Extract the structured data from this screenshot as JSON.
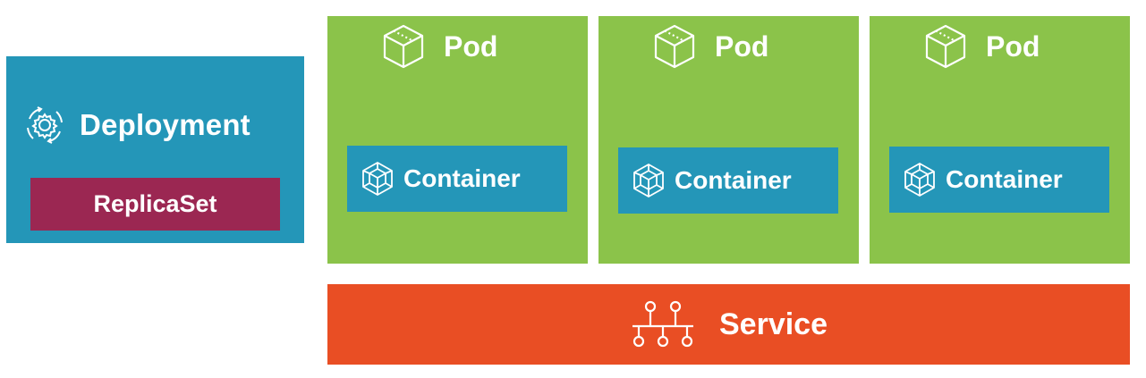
{
  "deployment": {
    "label": "Deployment",
    "icon": "deployment-gear-icon",
    "color": "#2496b8"
  },
  "replicaset": {
    "label": "ReplicaSet",
    "color": "#9b2752"
  },
  "pods": [
    {
      "label": "Pod",
      "icon": "cube-icon",
      "container": {
        "label": "Container",
        "icon": "container-cube-icon"
      }
    },
    {
      "label": "Pod",
      "icon": "cube-icon",
      "container": {
        "label": "Container",
        "icon": "container-cube-icon"
      }
    },
    {
      "label": "Pod",
      "icon": "cube-icon",
      "container": {
        "label": "Container",
        "icon": "container-cube-icon"
      }
    }
  ],
  "pod_color": "#8bc34a",
  "container_color": "#2496b8",
  "service": {
    "label": "Service",
    "icon": "network-icon",
    "color": "#e94e24"
  }
}
